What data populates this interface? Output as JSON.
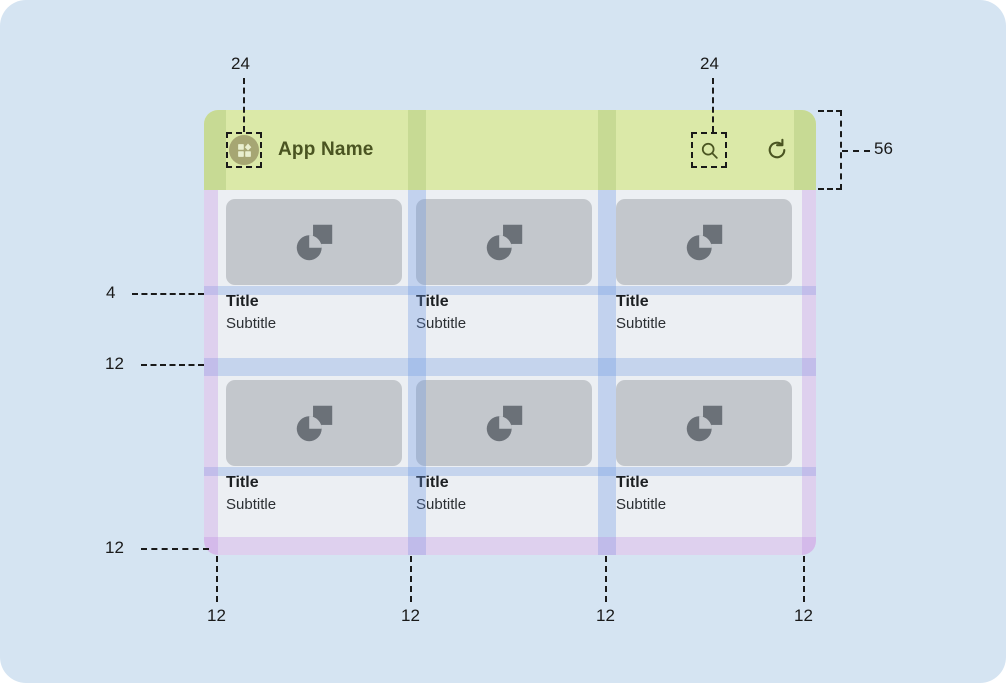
{
  "page": {
    "background_color": "#d5e4f2",
    "type": "layout-spec-diagram"
  },
  "app_bar": {
    "background_color": "#dbe9a8",
    "height_dp": 56,
    "title": "App Name",
    "title_color": "#4a5421",
    "menu_icon": "app-logo-grid-icon",
    "menu_icon_size_dp": 24,
    "actions": [
      {
        "name": "search-icon",
        "glyph": "magnifier",
        "size_dp": 24
      },
      {
        "name": "refresh-icon",
        "glyph": "reload-arrow",
        "size_dp": 24
      }
    ]
  },
  "grid": {
    "columns": 3,
    "rows": 2,
    "gutter_dp": 12,
    "margin_dp": 12,
    "title_gap_dp": 4,
    "thumb_color": "#c3c7cc",
    "surface_color": "#eceff3",
    "gutter_overlay_color": "#6a96e2",
    "margin_overlay_color": "#ba82e2"
  },
  "cards": [
    {
      "title": "Title",
      "subtitle": "Subtitle",
      "media": "image-placeholder-icon"
    },
    {
      "title": "Title",
      "subtitle": "Subtitle",
      "media": "image-placeholder-icon"
    },
    {
      "title": "Title",
      "subtitle": "Subtitle",
      "media": "image-placeholder-icon"
    },
    {
      "title": "Title",
      "subtitle": "Subtitle",
      "media": "image-placeholder-icon"
    },
    {
      "title": "Title",
      "subtitle": "Subtitle",
      "media": "image-placeholder-icon"
    },
    {
      "title": "Title",
      "subtitle": "Subtitle",
      "media": "image-placeholder-icon"
    }
  ],
  "annotations": {
    "menu_inset": "24",
    "search_inset": "24",
    "appbar_height": "56",
    "title_gap": "4",
    "row_gutter": "12",
    "bottom_margin": "12",
    "col_marks": [
      "12",
      "12",
      "12",
      "12"
    ]
  }
}
